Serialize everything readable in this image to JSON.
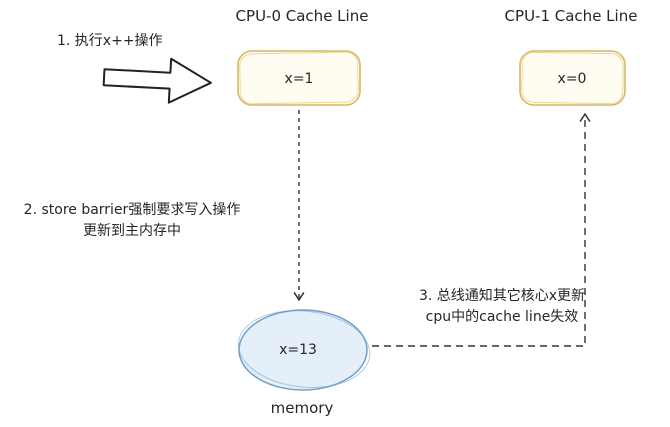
{
  "diagram": {
    "cpu0": {
      "title": "CPU-0 Cache Line",
      "value": "x=1"
    },
    "cpu1": {
      "title": "CPU-1 Cache Line",
      "value": "x=0"
    },
    "memory": {
      "label": "memory",
      "value": "x=13"
    },
    "steps": {
      "step1": "1. 执行x++操作",
      "step2_line1": "2. store barrier强制要求写入操作",
      "step2_line2": "更新到主内存中",
      "step3_line1": "3. 总线通知其它核心x更新",
      "step3_line2": "cpu中的cache line失效"
    },
    "colors": {
      "cache_box_border": "#d9b85e",
      "cache_box_fill": "#fffdf2",
      "memory_ellipse_border": "#6f9fc8",
      "memory_ellipse_fill": "#e4effa",
      "arrow_stroke": "#333333",
      "text": "#262626"
    }
  }
}
